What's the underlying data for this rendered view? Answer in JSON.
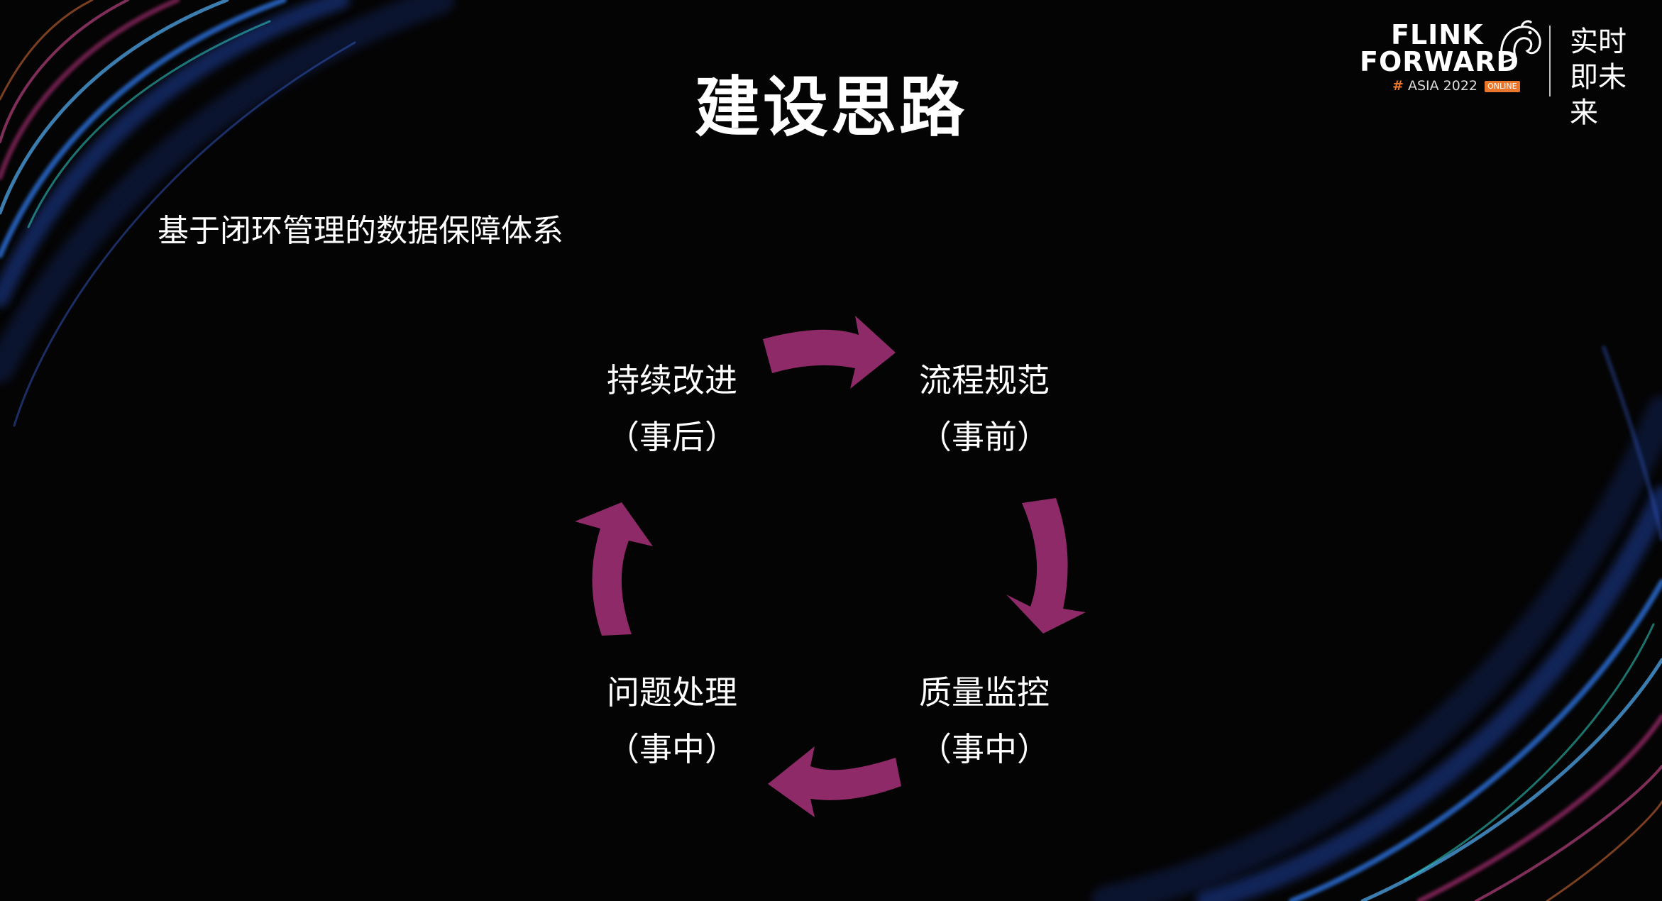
{
  "title": "建设思路",
  "subtitle": "基于闭环管理的数据保障体系",
  "cycle": {
    "nodes": [
      {
        "label": "持续改进",
        "phase": "（事后）"
      },
      {
        "label": "流程规范",
        "phase": "（事前）"
      },
      {
        "label": "质量监控",
        "phase": "（事中）"
      },
      {
        "label": "问题处理",
        "phase": "（事中）"
      }
    ],
    "arrow_color": "#8e2a68"
  },
  "logo": {
    "line1": "FLINK",
    "line2": "FORWARD",
    "hash": "#",
    "event": "ASIA 2022",
    "badge": "ONLINE",
    "slogan": "实时即未来",
    "accent_color": "#e9762b"
  }
}
